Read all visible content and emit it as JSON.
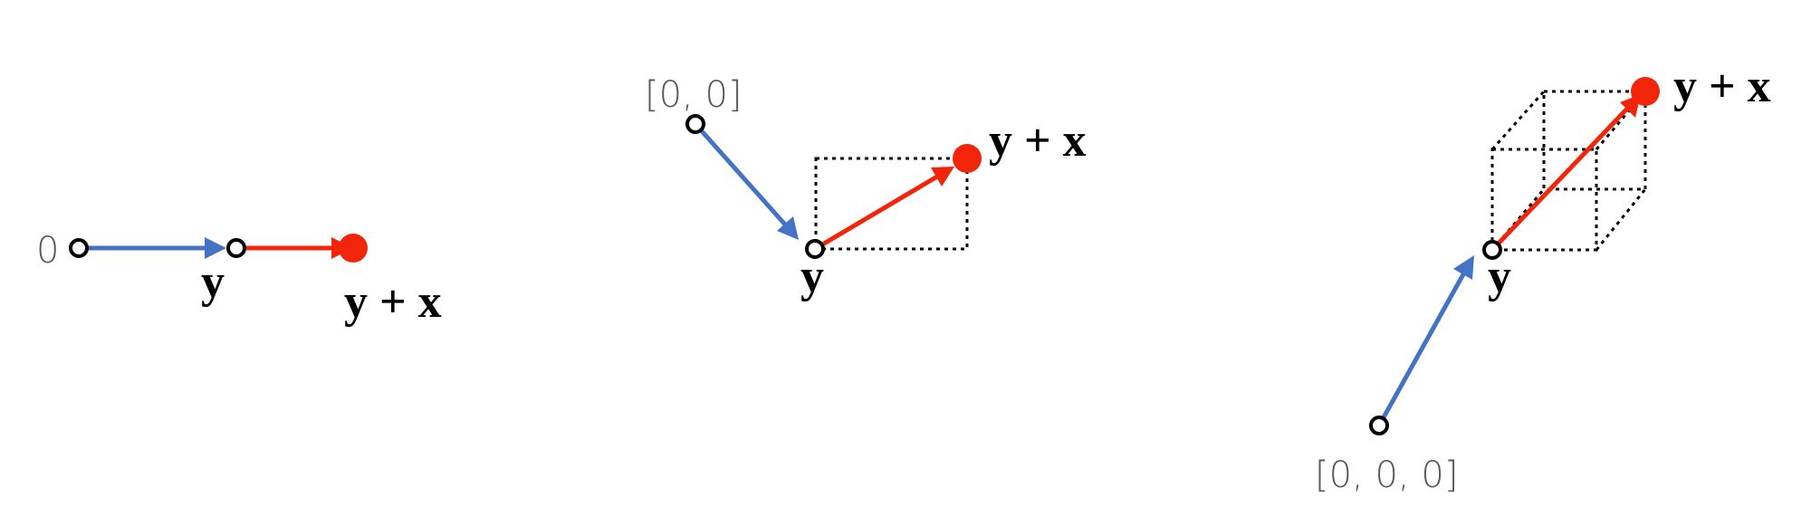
{
  "colors": {
    "blue_arrow": "#4472C4",
    "red_arrow": "#F2240A",
    "point_fill": "#F2240A",
    "label_gray": "#595959",
    "label_black": "#000000"
  },
  "panel_1d": {
    "origin_label": "0",
    "y_label": "y",
    "sum_label": "y + x"
  },
  "panel_2d": {
    "origin_label": "[0, 0]",
    "y_label": "y",
    "sum_label": "y + x"
  },
  "panel_3d": {
    "origin_label": "[0, 0, 0]",
    "y_label": "y",
    "sum_label": "y + x"
  }
}
